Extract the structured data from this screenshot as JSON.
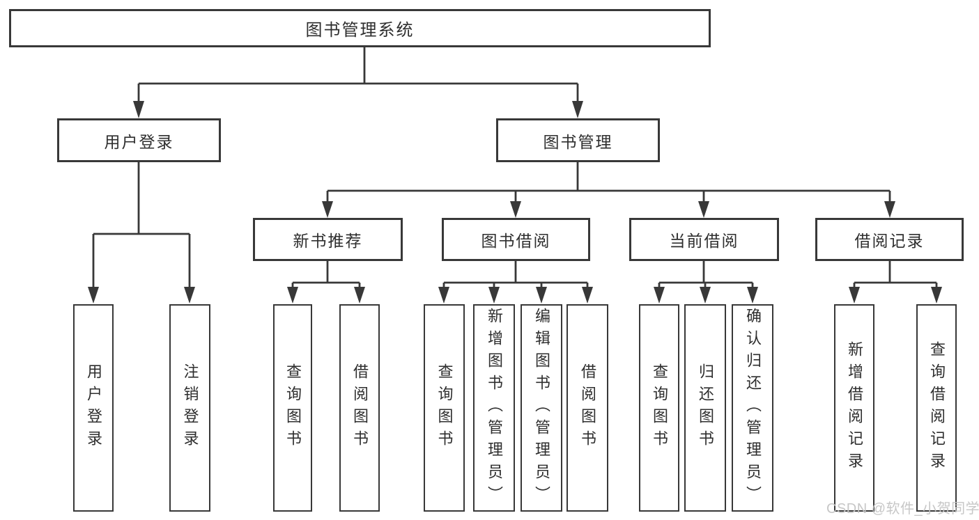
{
  "colors": {
    "line": "#383838",
    "text": "#2e2e2e",
    "box_background": "#ffffff",
    "page_background": "#ffffff",
    "watermark": "#c4c4c4"
  },
  "tree": {
    "root": {
      "label": "图书管理系统"
    },
    "branches": [
      {
        "label": "用户登录",
        "children": [
          {
            "label": "用户登录"
          },
          {
            "label": "注销登录"
          }
        ]
      },
      {
        "label": "图书管理",
        "children": [
          {
            "label": "新书推荐",
            "children": [
              {
                "label": "查询图书"
              },
              {
                "label": "借阅图书"
              }
            ]
          },
          {
            "label": "图书借阅",
            "children": [
              {
                "label": "查询图书"
              },
              {
                "label": "新增图书（管理员）"
              },
              {
                "label": "编辑图书（管理员）"
              },
              {
                "label": "借阅图书"
              }
            ]
          },
          {
            "label": "当前借阅",
            "children": [
              {
                "label": "查询图书"
              },
              {
                "label": "归还图书"
              },
              {
                "label": "确认归还（管理员）"
              }
            ]
          },
          {
            "label": "借阅记录",
            "children": [
              {
                "label": "新增借阅记录"
              },
              {
                "label": "查询借阅记录"
              }
            ]
          }
        ]
      }
    ]
  },
  "watermark": {
    "text": "CSDN @软件_小贺同学"
  }
}
